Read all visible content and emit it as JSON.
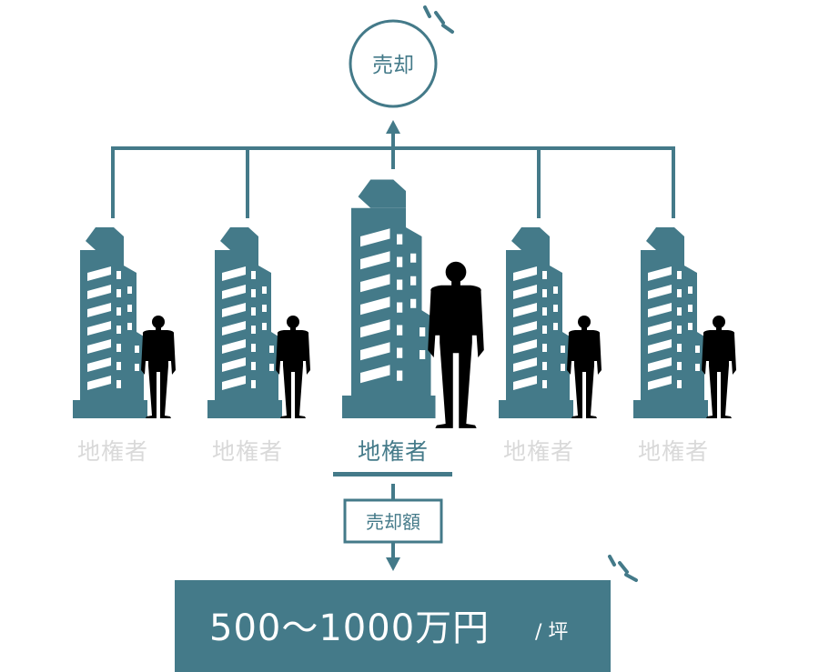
{
  "colors": {
    "primary": "#447a89",
    "dim_text": "#d9d9d9",
    "silhouette": "#000000",
    "window": "#ffffff"
  },
  "top_circle": {
    "label": "売却"
  },
  "owners": [
    {
      "label": "地権者",
      "state": "dim"
    },
    {
      "label": "地権者",
      "state": "dim"
    },
    {
      "label": "地権者",
      "state": "active"
    },
    {
      "label": "地権者",
      "state": "dim"
    },
    {
      "label": "地権者",
      "state": "dim"
    }
  ],
  "sale_box": {
    "label": "売却額"
  },
  "price_banner": {
    "price": "500～1000万円",
    "unit": "/ 坪"
  },
  "icons": [
    "building-icon",
    "person-silhouette-icon",
    "arrow-up-icon",
    "arrow-down-icon",
    "emphasis-lines-icon"
  ]
}
